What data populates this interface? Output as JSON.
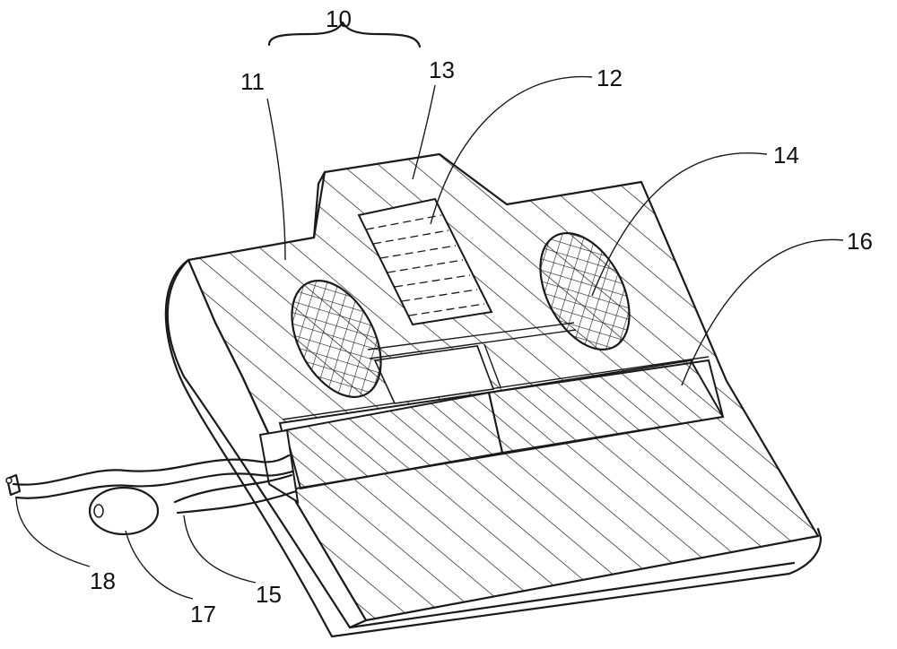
{
  "figure": {
    "labels": {
      "ref_10": "10",
      "ref_11": "11",
      "ref_12": "12",
      "ref_13": "13",
      "ref_14": "14",
      "ref_15": "15",
      "ref_16": "16",
      "ref_17": "17",
      "ref_18": "18"
    }
  }
}
